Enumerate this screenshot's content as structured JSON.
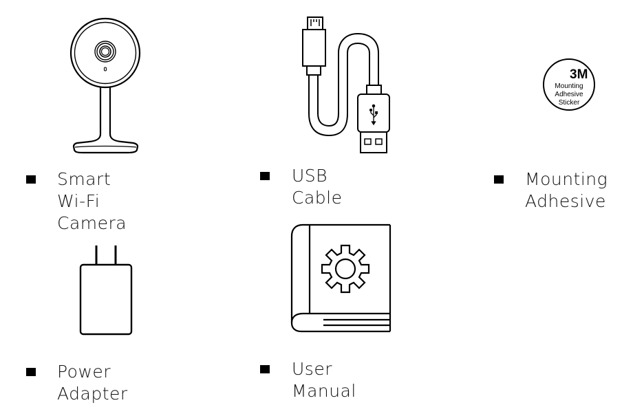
{
  "items": [
    {
      "id": "camera",
      "label": "Smart Wi-Fi\nCamera",
      "icon": "camera-icon"
    },
    {
      "id": "usb-cable",
      "label": "USB Cable",
      "icon": "usb-cable-icon"
    },
    {
      "id": "mounting-adhesive",
      "label": "Mounting\nAdhesive",
      "icon": "adhesive-sticker-icon",
      "sticker": {
        "brand": "3M",
        "line1": "Mounting",
        "line2": "Adhesive",
        "line3": "Sticker"
      }
    },
    {
      "id": "power-adapter",
      "label": "Power Adapter",
      "icon": "power-adapter-icon"
    },
    {
      "id": "user-manual",
      "label": "User Manual",
      "icon": "user-manual-icon"
    }
  ],
  "colors": {
    "stroke": "#000000",
    "background": "#ffffff",
    "text": "#111111"
  }
}
